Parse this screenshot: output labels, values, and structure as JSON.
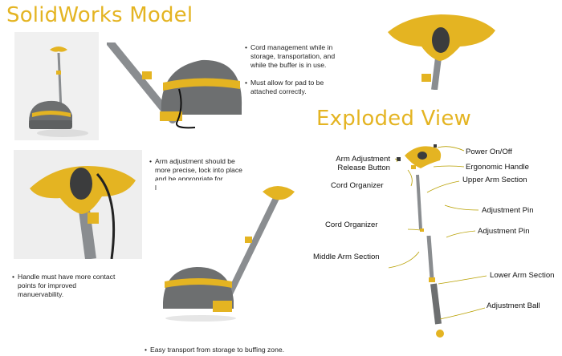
{
  "titles": {
    "model": "SolidWorks Model",
    "exploded": "Exploded View"
  },
  "notes": {
    "top_right": [
      "Cord management while in storage, transportation, and while the buffer is in use.",
      "Must allow for pad to be attached correctly."
    ],
    "arm_adjustment": "Arm adjustment should be more precise, lock into place and be appropriate for longterm storage",
    "handle": "Handle must have more contact points for improved manuervability.",
    "transport": "Easy transport from storage to buffing zone."
  },
  "parts": {
    "power": "Power On/Off",
    "release_line1": "Arm Adjustment",
    "release_line2": "Release Button",
    "ergonomic": "Ergonomic Handle",
    "cord_org_1": "Cord Organizer",
    "upper_arm": "Upper Arm Section",
    "adj_pin_1": "Adjustment Pin",
    "cord_org_2": "Cord Organizer",
    "adj_pin_2": "Adjustment Pin",
    "middle_arm": "Middle Arm Section",
    "lower_arm": "Lower Arm Section",
    "adj_ball": "Adjustment Ball"
  },
  "colors": {
    "accent_yellow": "#e4b422",
    "body_gray": "#6d6f70",
    "arm_gray": "#8a8d90",
    "leader_line": "#b8a000"
  }
}
